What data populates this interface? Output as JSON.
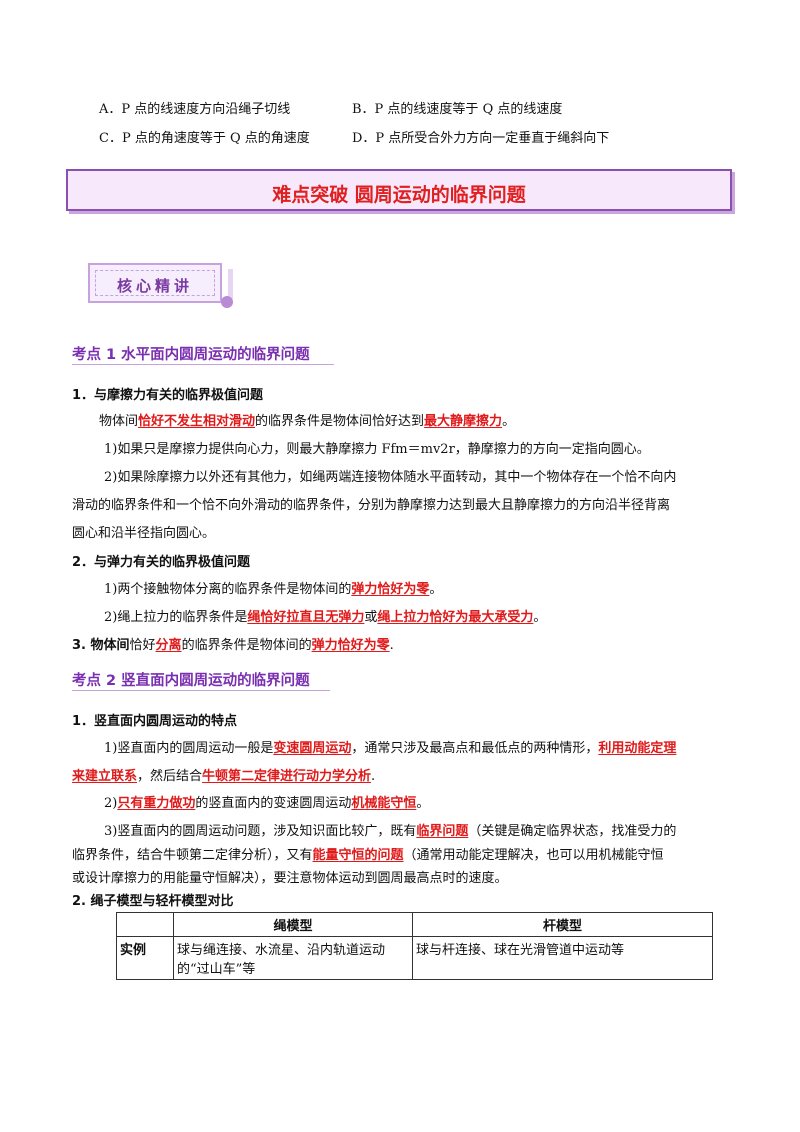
{
  "options": {
    "a": "A．P 点的线速度方向沿绳子切线",
    "b": "B．P 点的线速度等于 Q 点的线速度",
    "c": "C．P 点的角速度等于 Q 点的角速度",
    "d": "D．P 点所受合外力方向一定垂直于绳斜向下"
  },
  "banner": "难点突破  圆周运动的临界问题",
  "tag": "核心精讲",
  "kd1": {
    "title": "考点 1  水平面内圆周运动的临界问题",
    "s1": {
      "heading": "1．与摩擦力有关的临界极值问题",
      "p1": [
        "物体间",
        "恰好不发生相对滑动",
        "的临界条件是物体间恰好达到",
        "最大静摩擦力",
        "。"
      ],
      "p2": "1)如果只是摩擦力提供向心力，则最大静摩擦力 Ffm＝mv2r，静摩擦力的方向一定指向圆心。",
      "p3a": "2)如果除摩擦力以外还有其他力，如绳两端连接物体随水平面转动，其中一个物体存在一个恰不向内",
      "p3b": "滑动的临界条件和一个恰不向外滑动的临界条件，分别为静摩擦力达到最大且静摩擦力的方向沿半径背离",
      "p3c": "圆心和沿半径指向圆心。"
    },
    "s2": {
      "heading": "2．与弹力有关的临界极值问题",
      "p1": [
        "1)两个接触物体分离的临界条件是物体间的",
        "弹力恰好为零",
        "。"
      ],
      "p2": [
        "2)绳上拉力的临界条件是",
        "绳恰好拉直且无弹力",
        "或",
        "绳上拉力恰好为最大承受力",
        "。"
      ]
    },
    "s3": [
      "3. ",
      "物体间",
      "恰好",
      "分离",
      "的临界条件是物体间的",
      "弹力恰好为零",
      "."
    ]
  },
  "kd2": {
    "title": "考点 2 竖直面内圆周运动的临界问题",
    "s1": {
      "heading": "1．竖直面内圆周运动的特点",
      "p1a": [
        "1)竖直面内的圆周运动一般是",
        "变速圆周运动",
        "，通常只涉及最高点和最低点的两种情形，",
        "利用动能定理"
      ],
      "p1b": [
        "来建立联系",
        "，然后结合",
        "牛顿第二定律进行动力学分析",
        "."
      ],
      "p2": [
        "2)",
        "只有重力做功",
        "的竖直面内的变速圆周运动",
        "机械能守恒",
        "。"
      ],
      "p3a": [
        "3)竖直面内的圆周运动问题，涉及知识面比较广，既有",
        "临界问题",
        "（关键是确定临界状态，找准受力的"
      ],
      "p3b": [
        "临界条件，结合牛顿第二定律分析），又有",
        "能量守恒的问题",
        "（通常用动能定理解决，也可以用机械能守恒"
      ],
      "p3c": "或设计摩擦力的用能量守恒解决），要注意物体运动到圆周最高点时的速度。"
    },
    "s2": {
      "heading": "2. 绳子模型与轻杆模型对比",
      "table": {
        "headers": [
          "",
          "绳模型",
          "杆模型"
        ],
        "row_label": "实例",
        "rope": "球与绳连接、水流星、沿内轨道运动的“过山车”等",
        "rod": "球与杆连接、球在光滑管道中运动等"
      }
    }
  },
  "colors": {
    "accent_red": "#e01a1a",
    "accent_purple": "#7a2fb0",
    "banner_bg": "#f7e8fb"
  }
}
